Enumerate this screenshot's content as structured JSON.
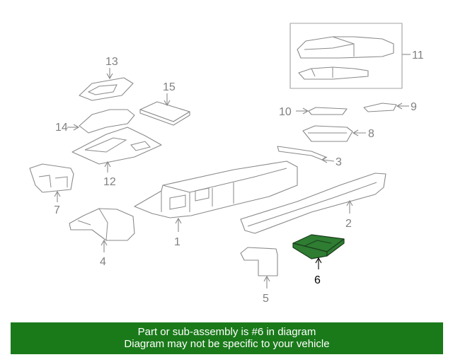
{
  "callouts": {
    "c1": "1",
    "c2": "2",
    "c3": "3",
    "c4": "4",
    "c5": "5",
    "c6": "6",
    "c7": "7",
    "c8": "8",
    "c9": "9",
    "c10": "10",
    "c11": "11",
    "c12": "12",
    "c13": "13",
    "c14": "14",
    "c15": "15"
  },
  "highlight": {
    "part_number": "6",
    "color": "#2e7d32"
  },
  "banner": {
    "line1": "Part or sub-assembly is #6 in diagram",
    "line2": "Diagram may not be specific to your vehicle",
    "color": "#1a7a1a"
  }
}
